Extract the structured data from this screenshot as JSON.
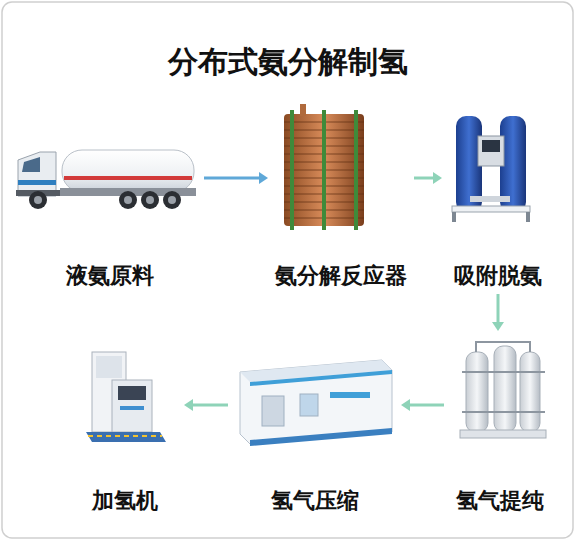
{
  "diagram": {
    "title": "分布式氨分解制氢",
    "nodes": [
      {
        "text": [
          "液氨原料"
        ]
      },
      {
        "text": [
          "氨分解反应器"
        ]
      },
      {
        "text": [
          "吸附脱氨"
        ]
      },
      {
        "text": [
          "氢气提纯"
        ]
      },
      {
        "text": [
          "氢气压缩"
        ]
      },
      {
        "text": [
          "加氢机"
        ]
      }
    ],
    "edges": [
      {
        "from": 0,
        "to": 1,
        "arrow": "to"
      },
      {
        "from": 1,
        "to": 2,
        "arrow": "to"
      },
      {
        "from": 2,
        "to": 3,
        "arrow": "to"
      },
      {
        "from": 3,
        "to": 4,
        "arrow": "to"
      },
      {
        "from": 4,
        "to": 5,
        "arrow": "to"
      }
    ]
  }
}
